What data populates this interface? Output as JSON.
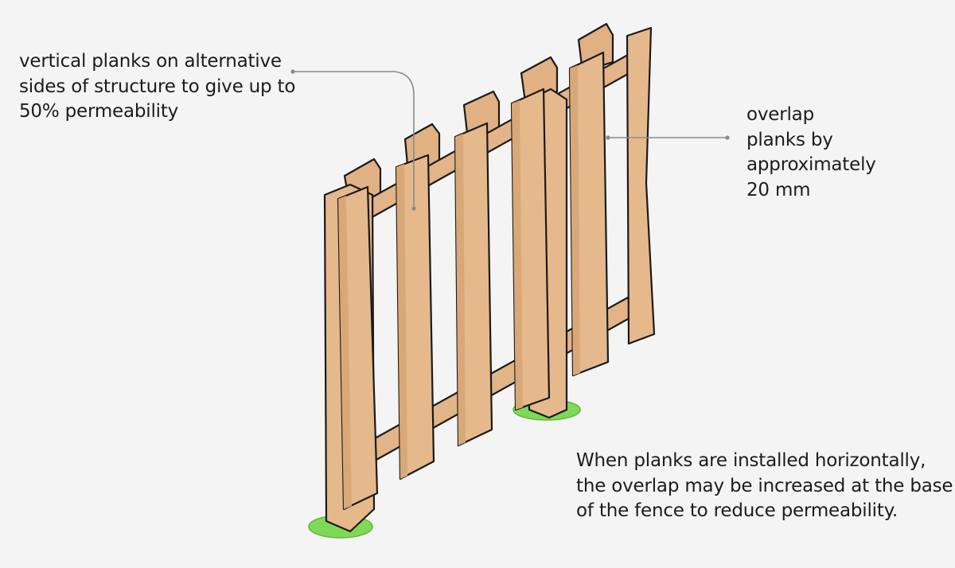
{
  "annotations": {
    "vertical_planks": {
      "lines": [
        "vertical planks on alternative",
        "sides of structure to give up to",
        "50% permeability"
      ]
    },
    "overlap": {
      "lines": [
        "overlap",
        "planks by",
        "approximately",
        "20 mm"
      ]
    },
    "horizontal_note": {
      "lines": [
        "When planks are installed horizontally,",
        "the overlap may be increased at the base",
        "of the fence to reduce permeability."
      ]
    }
  },
  "colors": {
    "background": "#f4f4f4",
    "plank_fill": "#e6b98c",
    "plank_shade": "#d9a878",
    "rail_fill": "#e3b487",
    "outline": "#1a1a1a",
    "grass": "#7ed957",
    "leader_line": "#8a8a8a"
  }
}
